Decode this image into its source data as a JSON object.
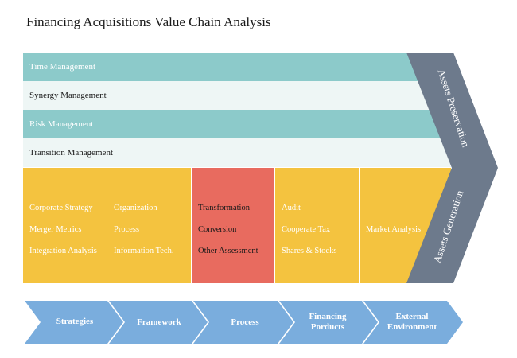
{
  "title": "Financing Acquisitions Value Chain Analysis",
  "bands": [
    {
      "label": "Time Management",
      "style": "teal"
    },
    {
      "label": "Synergy Management",
      "style": "light"
    },
    {
      "label": "Risk Management",
      "style": "teal"
    },
    {
      "label": "Transition Management",
      "style": "light"
    }
  ],
  "columns": [
    {
      "color": "#f4c33f",
      "items": [
        "Corporate Strategy",
        "Merger Metrics",
        "Integration Analysis"
      ]
    },
    {
      "color": "#f4c33f",
      "items": [
        "Organization",
        "Process",
        "Information Tech."
      ]
    },
    {
      "color": "#e86b5f",
      "items": [
        "Transformation",
        "Conversion",
        "Other Assessment"
      ]
    },
    {
      "color": "#f4c33f",
      "items": [
        "Audit",
        "Cooperate Tax",
        "Shares & Stocks"
      ]
    },
    {
      "color": "#f4c33f",
      "items": [
        "Market Analysis"
      ]
    }
  ],
  "arrow": {
    "top_label": "Assets Preservation",
    "bottom_label": "Assets Generation",
    "color": "#6d7a8c"
  },
  "chevrons": [
    {
      "line1": "Strategies",
      "line2": ""
    },
    {
      "line1": "Framework",
      "line2": ""
    },
    {
      "line1": "Process",
      "line2": ""
    },
    {
      "line1": "Financing",
      "line2": "Porducts"
    },
    {
      "line1": "External",
      "line2": "Environment"
    }
  ],
  "colors": {
    "teal": "#8ccaca",
    "light": "#eef6f5",
    "yellow": "#f4c33f",
    "red": "#e86b5f",
    "slate": "#6d7a8c",
    "blue": "#7aaddd"
  }
}
